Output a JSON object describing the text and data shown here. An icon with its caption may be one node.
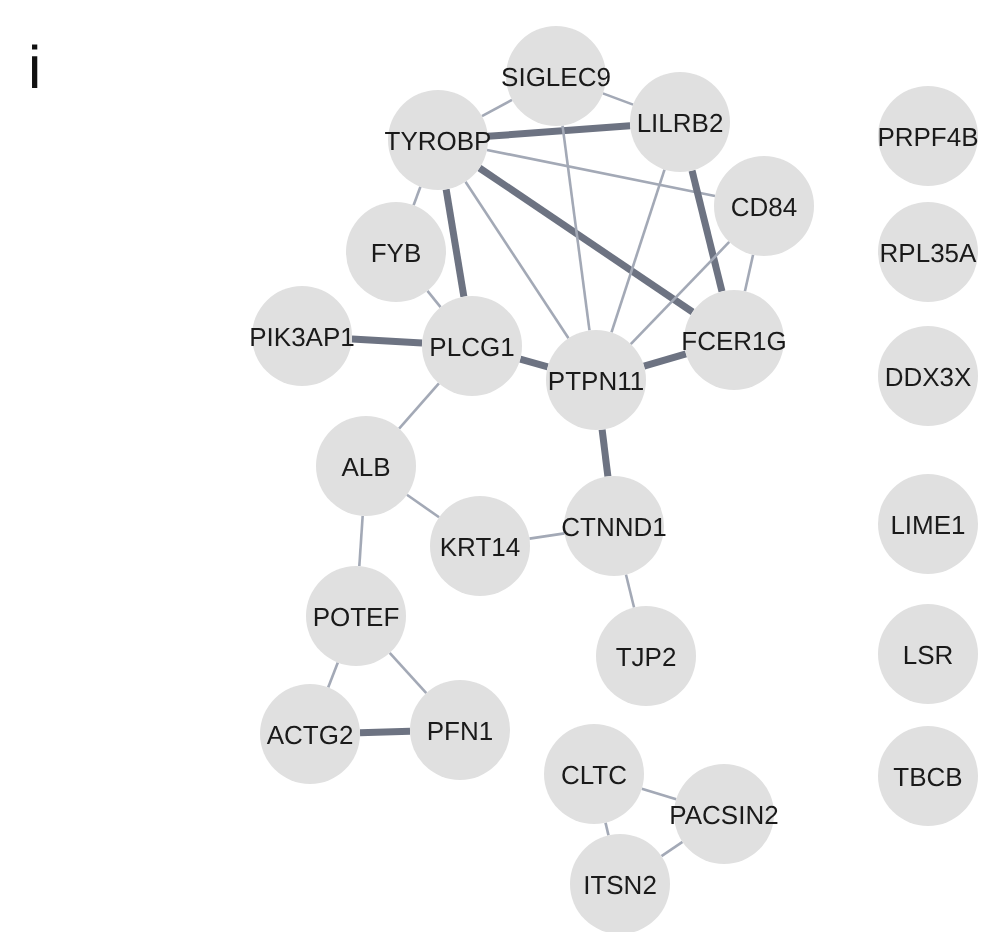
{
  "diagram": {
    "nodes": [
      {
        "text": [
          "SIGLEC9"
        ]
      },
      {
        "text": [
          "TYROBP"
        ]
      },
      {
        "text": [
          "LILRB2"
        ]
      },
      {
        "text": [
          "PRPF4B"
        ]
      },
      {
        "text": [
          "CD84"
        ]
      },
      {
        "text": [
          "FYB"
        ]
      },
      {
        "text": [
          "RPL35A"
        ]
      },
      {
        "text": [
          "PIK3AP1"
        ]
      },
      {
        "text": [
          "PLCG1"
        ]
      },
      {
        "text": [
          "FCER1G"
        ]
      },
      {
        "text": [
          "PTPN11"
        ]
      },
      {
        "text": [
          "DDX3X"
        ]
      },
      {
        "text": [
          "ALB"
        ]
      },
      {
        "text": [
          "KRT14"
        ]
      },
      {
        "text": [
          "CTNND1"
        ]
      },
      {
        "text": [
          "LIME1"
        ]
      },
      {
        "text": [
          "POTEF"
        ]
      },
      {
        "text": [
          "TJP2"
        ]
      },
      {
        "text": [
          "LSR"
        ]
      },
      {
        "text": [
          "ACTG2"
        ]
      },
      {
        "text": [
          "PFN1"
        ]
      },
      {
        "text": [
          "CLTC"
        ]
      },
      {
        "text": [
          "TBCB"
        ]
      },
      {
        "text": [
          "PACSIN2"
        ]
      },
      {
        "text": [
          "ITSN2"
        ]
      }
    ],
    "edges": [
      {
        "from": 1,
        "to": 0,
        "arrow": "none"
      },
      {
        "from": 0,
        "to": 2,
        "arrow": "none"
      },
      {
        "from": 1,
        "to": 2,
        "arrow": "none",
        "style": "thick"
      },
      {
        "from": 1,
        "to": 4,
        "arrow": "none"
      },
      {
        "from": 1,
        "to": 9,
        "arrow": "none",
        "style": "thick"
      },
      {
        "from": 1,
        "to": 5,
        "arrow": "none"
      },
      {
        "from": 1,
        "to": 8,
        "arrow": "none",
        "style": "thick"
      },
      {
        "from": 1,
        "to": 10,
        "arrow": "none"
      },
      {
        "from": 0,
        "to": 10,
        "arrow": "none"
      },
      {
        "from": 2,
        "to": 10,
        "arrow": "none"
      },
      {
        "from": 2,
        "to": 9,
        "arrow": "none",
        "style": "thick"
      },
      {
        "from": 4,
        "to": 9,
        "arrow": "none"
      },
      {
        "from": 4,
        "to": 10,
        "arrow": "none"
      },
      {
        "from": 9,
        "to": 10,
        "arrow": "none",
        "style": "thick"
      },
      {
        "from": 5,
        "to": 8,
        "arrow": "none"
      },
      {
        "from": 7,
        "to": 8,
        "arrow": "none",
        "style": "thick"
      },
      {
        "from": 8,
        "to": 10,
        "arrow": "none",
        "style": "thick"
      },
      {
        "from": 8,
        "to": 12,
        "arrow": "none"
      },
      {
        "from": 10,
        "to": 14,
        "arrow": "none",
        "style": "thick"
      },
      {
        "from": 12,
        "to": 13,
        "arrow": "none"
      },
      {
        "from": 12,
        "to": 16,
        "arrow": "none"
      },
      {
        "from": 13,
        "to": 14,
        "arrow": "none"
      },
      {
        "from": 14,
        "to": 17,
        "arrow": "none"
      },
      {
        "from": 16,
        "to": 19,
        "arrow": "none"
      },
      {
        "from": 16,
        "to": 20,
        "arrow": "none"
      },
      {
        "from": 19,
        "to": 20,
        "arrow": "none",
        "style": "thick"
      },
      {
        "from": 21,
        "to": 23,
        "arrow": "none"
      },
      {
        "from": 21,
        "to": 24,
        "arrow": "none"
      },
      {
        "from": 24,
        "to": 23,
        "arrow": "none"
      }
    ],
    "labels": [
      "i"
    ]
  }
}
